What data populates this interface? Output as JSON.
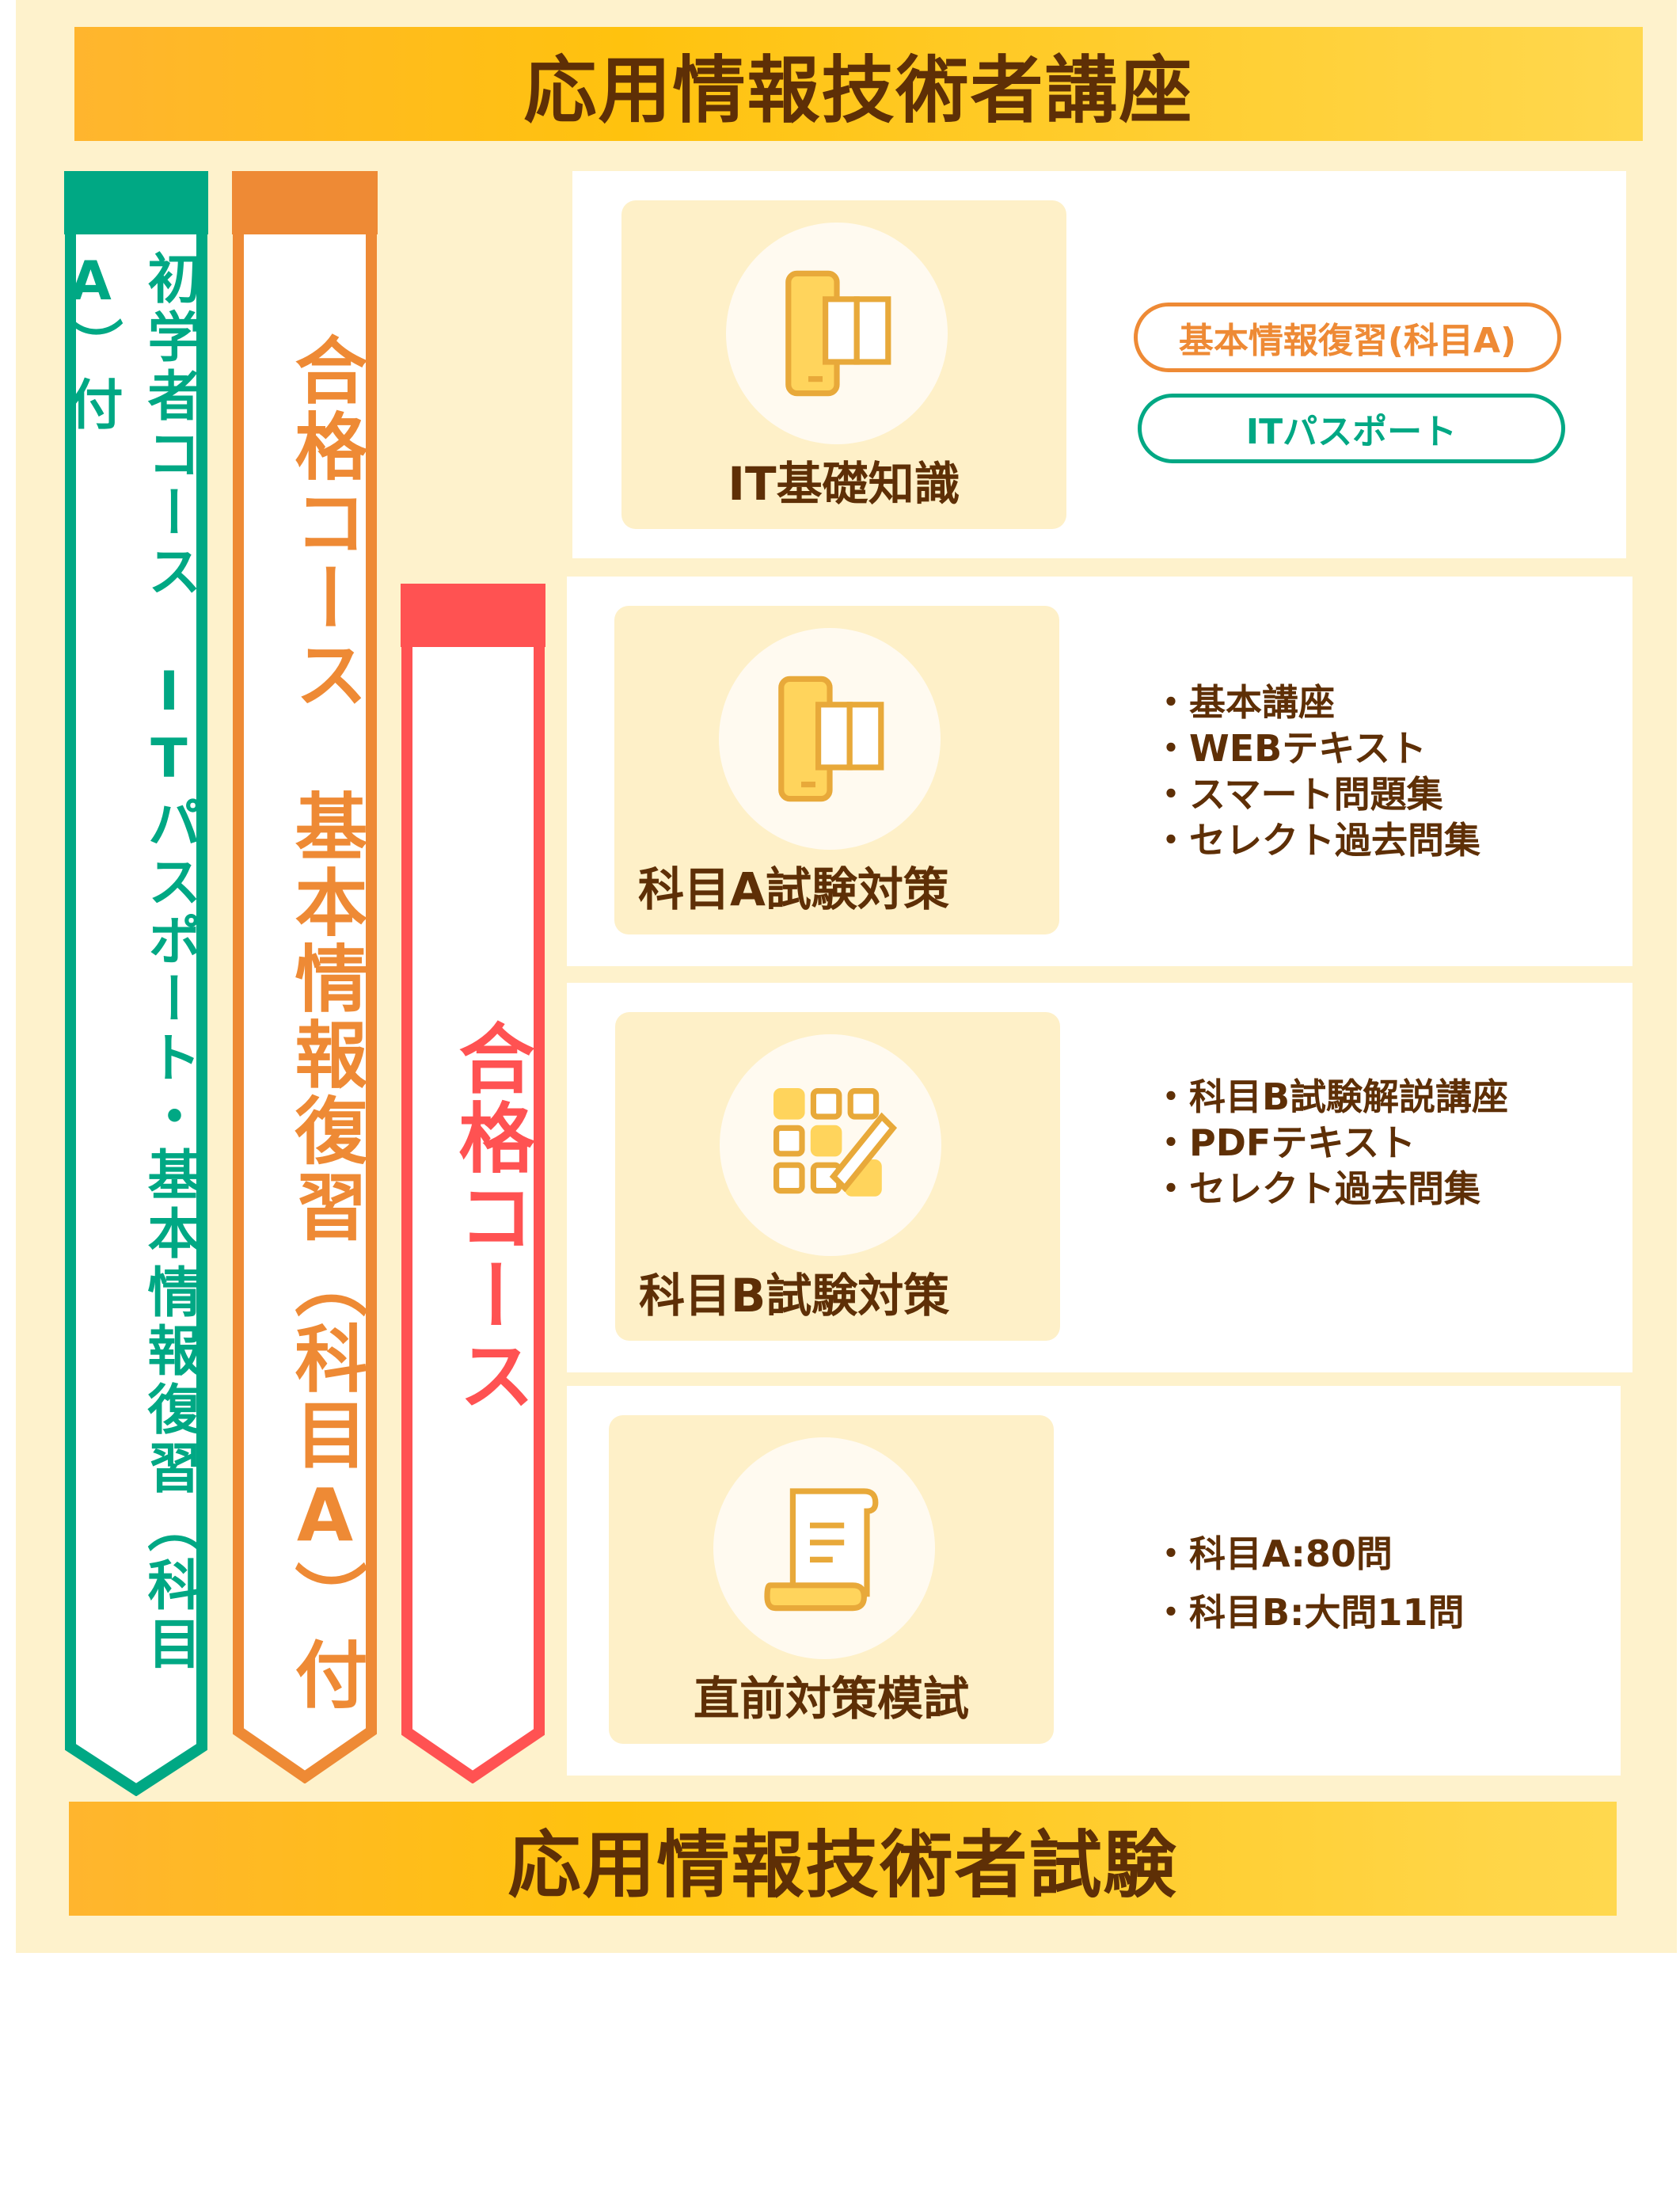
{
  "header": {
    "title": "応用情報技術者講座"
  },
  "footer": {
    "title": "応用情報技術者試験"
  },
  "courses": [
    {
      "label": "初学者コース　ITパスポート・基本情報復習（科目A）付",
      "color": "#00a884"
    },
    {
      "label": "合格コース　基本情報復習（科目A）付",
      "color": "#ee8a35"
    },
    {
      "label": "合格コース",
      "color": "#ff5252"
    }
  ],
  "sections": [
    {
      "title": "IT基礎知識",
      "icon": "smartphone-book-icon",
      "pills": [
        {
          "label": "基本情報復習(科目A)",
          "color": "#ee8a35"
        },
        {
          "label": "ITパスポート",
          "color": "#00a884"
        }
      ]
    },
    {
      "title": "科目A試験対策",
      "icon": "smartphone-book-icon",
      "items": [
        "基本講座",
        "WEBテキスト",
        "スマート問題集",
        "セレクト過去問集"
      ]
    },
    {
      "title": "科目B試験対策",
      "icon": "grid-pencil-icon",
      "items": [
        "科目B試験解説講座",
        "PDFテキスト",
        "セレクト過去問集"
      ]
    },
    {
      "title": "直前対策模試",
      "icon": "scroll-icon",
      "items": [
        "科目A:80問",
        "科目B:大問11問"
      ]
    }
  ],
  "colors": {
    "background": "#fef2cc",
    "text": "#5e2f06",
    "icon": "#f5c242"
  }
}
